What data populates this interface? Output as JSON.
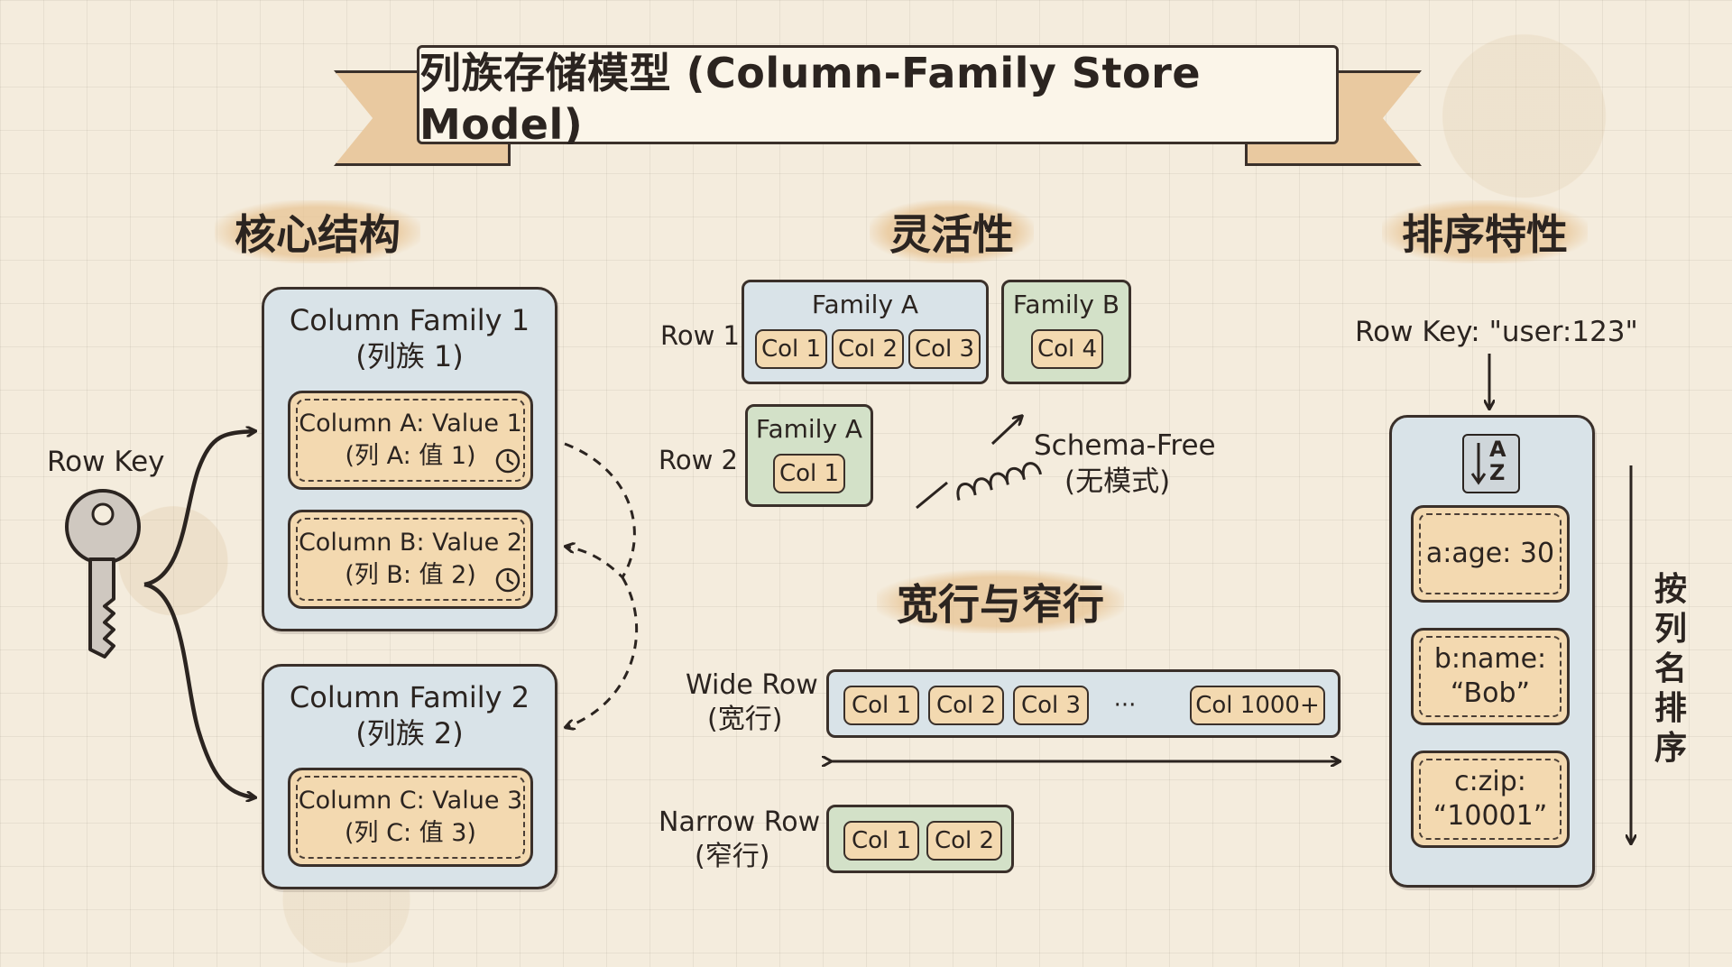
{
  "title": "列族存储模型 (Column-Family Store Model)",
  "sections": {
    "core": "核心结构",
    "flexibility": "灵活性",
    "sorting": "排序特性",
    "wide_narrow": "宽行与窄行"
  },
  "core": {
    "row_key_label": "Row Key",
    "family1": {
      "title": "Column Family 1",
      "subtitle": "(列族 1)",
      "columns": [
        {
          "line1": "Column A: Value 1",
          "line2": "(列 A: 值 1)"
        },
        {
          "line1": "Column B: Value 2",
          "line2": "(列 B: 值 2)"
        }
      ]
    },
    "family2": {
      "title": "Column Family 2",
      "subtitle": "(列族 2)",
      "columns": [
        {
          "line1": "Column C: Value 3",
          "line2": "(列 C: 值 3)"
        }
      ]
    }
  },
  "flexibility": {
    "row1_label": "Row 1",
    "row2_label": "Row 2",
    "row1_family_a": "Family A",
    "row1_family_a_cols": [
      "Col 1",
      "Col 2",
      "Col 3"
    ],
    "row1_family_b": "Family B",
    "row1_family_b_cols": [
      "Col 4"
    ],
    "row2_family_a": "Family A",
    "row2_family_a_cols": [
      "Col 1"
    ],
    "schema_free": "Schema-Free",
    "schema_free_cn": "(无模式)"
  },
  "wide_narrow": {
    "wide_label": "Wide Row",
    "wide_label_cn": "(宽行)",
    "wide_cols": [
      "Col 1",
      "Col 2",
      "Col 3"
    ],
    "ellipsis": "···",
    "wide_last": "Col 1000+",
    "narrow_label": "Narrow Row",
    "narrow_label_cn": "(窄行)",
    "narrow_cols": [
      "Col 1",
      "Col 2"
    ]
  },
  "sorting": {
    "row_key": "Row Key: \"user:123\"",
    "sort_icon_top": "A",
    "sort_icon_bottom": "Z",
    "items": [
      {
        "line1": "a:age: 30",
        "line2": ""
      },
      {
        "line1": "b:name:",
        "line2": "“Bob”"
      },
      {
        "line1": "c:zip:",
        "line2": "“10001”"
      }
    ],
    "side_label": "按列名排序"
  },
  "colors": {
    "background": "#f4ecdd",
    "family_box": "#d9e3e8",
    "column_card": "#f3d9b0",
    "green_group": "#d3e1c8",
    "banner_ribbon": "#e9c9a0",
    "ink": "#3a302a"
  },
  "icons": [
    "key-icon",
    "clock-icon",
    "spring-icon",
    "sort-az-icon"
  ]
}
